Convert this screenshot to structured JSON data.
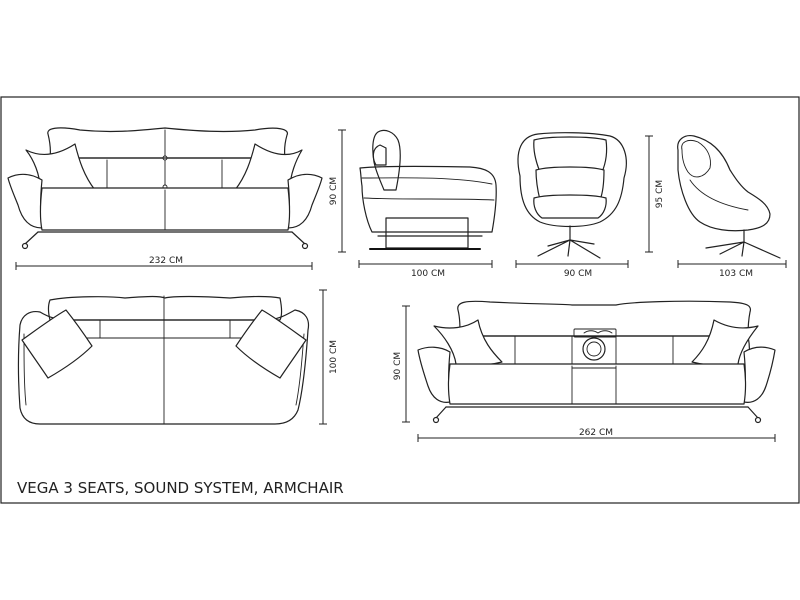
{
  "title": "VEGA  3 SEATS, SOUND SYSTEM, ARMCHAIR",
  "dimensions": {
    "sofa3_width": "232 CM",
    "sofa3_height": "90 CM",
    "sofa3_side_depth": "100 CM",
    "armchair_front_width": "90 CM",
    "armchair_height": "95 CM",
    "armchair_side_depth": "103 CM",
    "sofa3_top_depth": "100 CM",
    "sound_sofa_height": "90 CM",
    "sound_sofa_width": "262 CM"
  }
}
